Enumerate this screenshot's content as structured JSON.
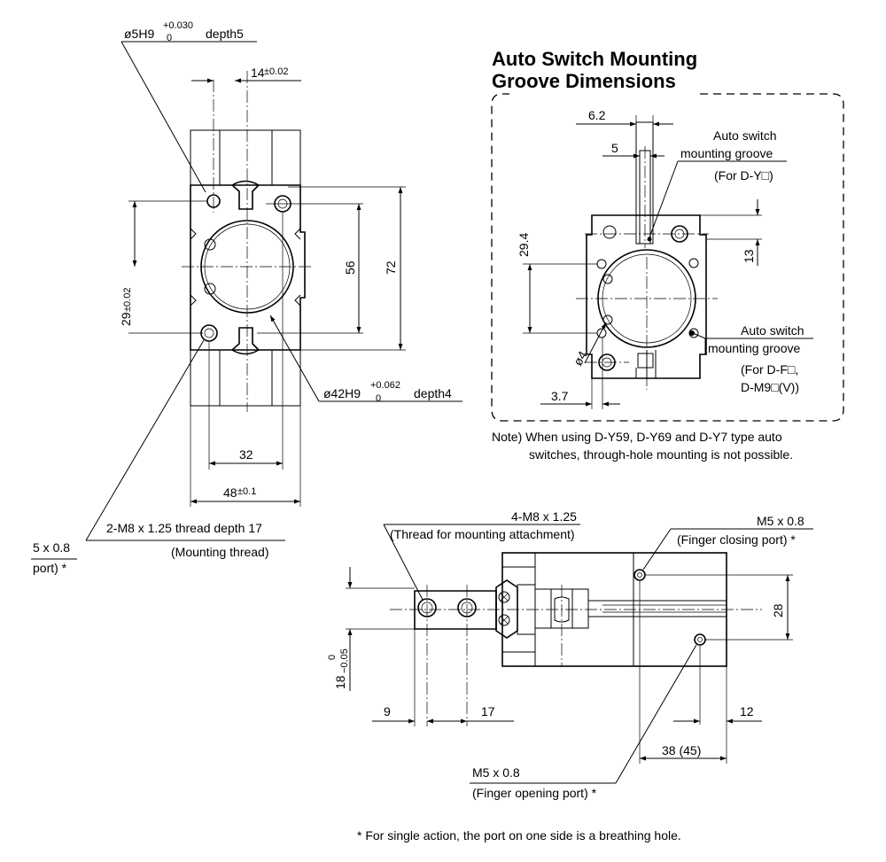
{
  "front_view": {
    "hole_label": "ø5H9",
    "hole_tol_upper": "+0.030",
    "hole_tol_lower": "0",
    "hole_depth": "depth5",
    "dim_14": "14",
    "dim_14_tol": "±0.02",
    "dim_29": "29",
    "dim_29_tol": "±0.02",
    "dim_56": "56",
    "dim_72": "72",
    "bore_label": "ø42H9",
    "bore_tol_upper": "+0.062",
    "bore_tol_lower": "0",
    "bore_depth": "depth4",
    "dim_32": "32",
    "dim_48": "48",
    "dim_48_tol": "±0.1",
    "thread_label": "2-M8 x 1.25 thread depth 17",
    "thread_note": "(Mounting thread)",
    "cut_port_line1": "5 x 0.8",
    "cut_port_line2": "port) *"
  },
  "groove_panel": {
    "title_line1": "Auto Switch Mounting",
    "title_line2": "Groove Dimensions",
    "dim_6_2": "6.2",
    "dim_5": "5",
    "groove_y_line1": "Auto switch",
    "groove_y_line2": "mounting groove",
    "groove_y_for": "(For D-Y□)",
    "dim_29_4": "29.4",
    "dim_13": "13",
    "dim_phi4": "ø4",
    "dim_3_7": "3.7",
    "groove_f_line1": "Auto switch",
    "groove_f_line2": "mounting groove",
    "groove_f_for1": "(For D-F□,",
    "groove_f_for2": "D-M9□(V))"
  },
  "note": {
    "line1": "Note) When using D-Y59, D-Y69 and D-Y7 type auto",
    "line2": "switches, through-hole mounting is not possible."
  },
  "side_view": {
    "thread_label": "4-M8 x 1.25",
    "thread_note": "(Thread for mounting attachment)",
    "close_port": "M5 x 0.8",
    "close_port_note": "(Finger closing port) *",
    "dim_28": "28",
    "dim_18": "18",
    "dim_18_tol_upper": "0",
    "dim_18_tol_lower": "−0.05",
    "dim_9": "9",
    "dim_17": "17",
    "dim_12": "12",
    "dim_38": "38 (45)",
    "open_port": "M5 x 0.8",
    "open_port_note": "(Finger opening port) *"
  },
  "footnote": "* For single action, the port on one side is a breathing hole."
}
